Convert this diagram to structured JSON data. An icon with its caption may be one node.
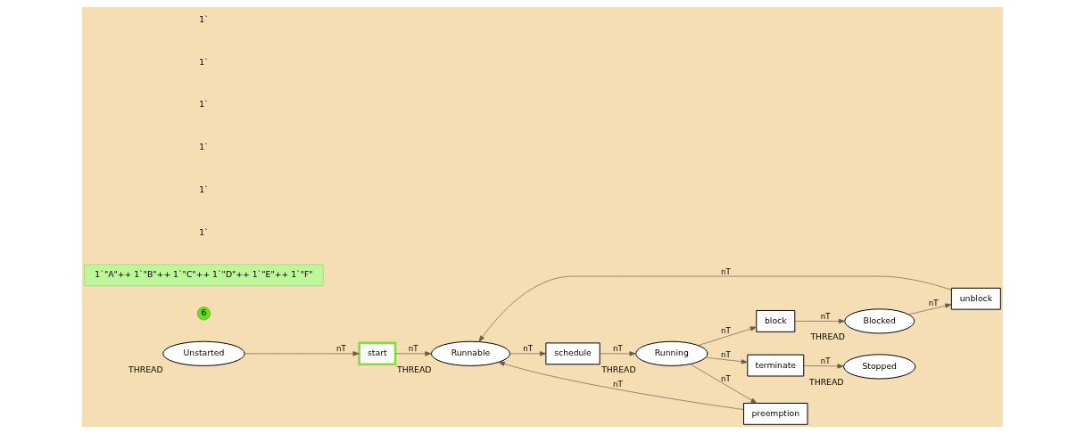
{
  "diagram": {
    "nodes": [
      {
        "text": [
          "start"
        ]
      },
      {
        "text": [
          "Unstarted"
        ],
        "beside": [
          "THREAD"
        ]
      },
      {
        "text": [
          "6"
        ]
      },
      {
        "text": [
          "1`\"A\"++ 1`\"B\"++ 1`\"C\"++ 1`\"D\"++ 1`\"E\"++ 1`\"F\""
        ]
      },
      {
        "text": [
          "unblock"
        ]
      },
      {
        "text": [
          "Blocked"
        ],
        "beside": [
          "THREAD"
        ]
      },
      {
        "text": [
          "block"
        ]
      },
      {
        "text": [
          "Runnable"
        ],
        "beside": [
          "THREAD"
        ]
      },
      {
        "text": [
          "schedule"
        ]
      },
      {
        "text": [
          "Running"
        ],
        "beside": [
          "THREAD"
        ]
      },
      {
        "text": [
          "terminate"
        ]
      },
      {
        "text": [
          "preemption"
        ]
      },
      {
        "text": [
          "Stopped"
        ],
        "beside": [
          "THREAD"
        ]
      }
    ],
    "edges": [
      {
        "from": 1,
        "to": 0,
        "arrow": "to",
        "label": "nT"
      },
      {
        "from": 0,
        "to": 7,
        "arrow": "to",
        "label": "nT"
      },
      {
        "from": 7,
        "to": 8,
        "arrow": "to",
        "label": "nT"
      },
      {
        "from": 8,
        "to": 9,
        "arrow": "to",
        "label": "nT"
      },
      {
        "from": 9,
        "to": 10,
        "arrow": "to",
        "label": "nT"
      },
      {
        "from": 10,
        "to": 12,
        "arrow": "to",
        "label": "nT"
      },
      {
        "from": 9,
        "to": 6,
        "arrow": "to",
        "label": "nT"
      },
      {
        "from": 6,
        "to": 5,
        "arrow": "to",
        "label": "nT"
      },
      {
        "from": 5,
        "to": 4,
        "arrow": "to",
        "label": "nT"
      },
      {
        "from": 4,
        "to": 7,
        "arrow": "to",
        "label": "nT"
      },
      {
        "from": 9,
        "to": 11,
        "arrow": "to",
        "label": "nT"
      },
      {
        "from": 11,
        "to": 7,
        "arrow": "to",
        "label": "nT"
      }
    ],
    "labels": [
      "1`",
      "1`",
      "1`",
      "1`",
      "1`",
      "1`"
    ]
  }
}
